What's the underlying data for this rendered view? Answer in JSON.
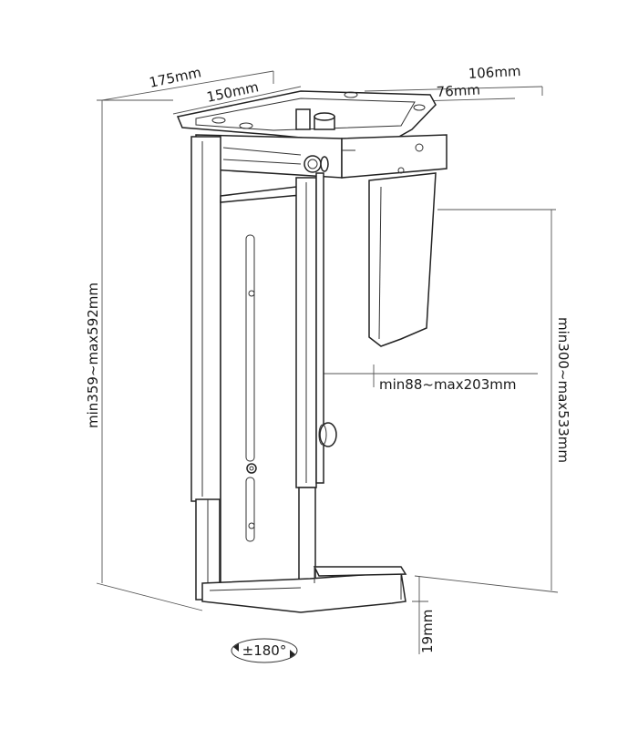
{
  "dimensions": {
    "top_width_outer": "175mm",
    "top_width_inner": "150mm",
    "top_depth_outer": "106mm",
    "top_depth_inner": "76mm",
    "total_height": "min359~max592mm",
    "inner_height": "min300~max533mm",
    "inner_width": "min88~max203mm",
    "base_height": "19mm"
  },
  "rotation": {
    "label": "±180°"
  }
}
